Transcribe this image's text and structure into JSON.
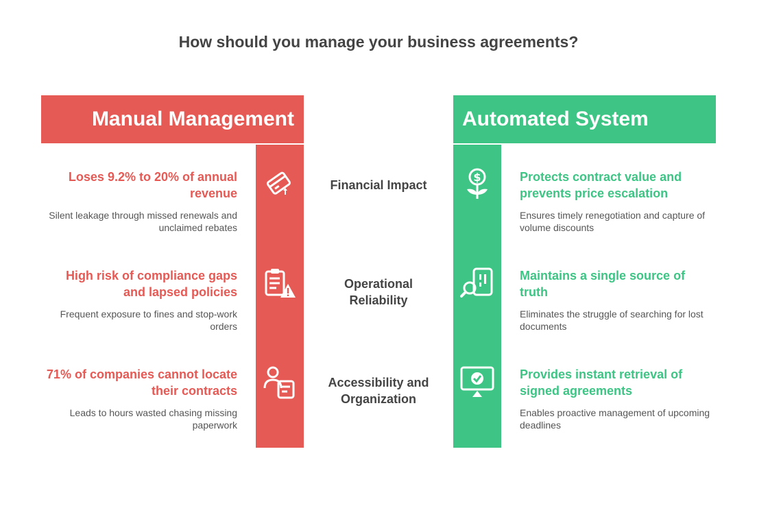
{
  "title": "How should you manage your business agreements?",
  "left": {
    "header": "Manual Management",
    "color": "#e55a55",
    "items": [
      {
        "heading": "Loses 9.2% to 20% of annual revenue",
        "description": "Silent leakage through missed renewals and unclaimed rebates",
        "icon": "broken-card-icon"
      },
      {
        "heading": "High risk of compliance gaps and lapsed policies",
        "description": "Frequent exposure to fines and stop-work orders",
        "icon": "clipboard-warning-icon"
      },
      {
        "heading": "71% of companies cannot locate their contracts",
        "description": "Leads to hours wasted chasing missing paperwork",
        "icon": "person-document-icon"
      }
    ]
  },
  "right": {
    "header": "Automated System",
    "color": "#3ec585",
    "items": [
      {
        "heading": "Protects contract value and prevents price escalation",
        "description": "Ensures timely renegotiation and capture of volume discounts",
        "icon": "money-plant-icon"
      },
      {
        "heading": "Maintains a single source of truth",
        "description": "Eliminates the struggle of searching for lost documents",
        "icon": "document-search-icon"
      },
      {
        "heading": "Provides instant retrieval of signed agreements",
        "description": "Enables proactive management of upcoming deadlines",
        "icon": "monitor-check-icon"
      }
    ]
  },
  "criteria": [
    "Financial Impact",
    "Operational Reliability",
    "Accessibility and Organization"
  ]
}
